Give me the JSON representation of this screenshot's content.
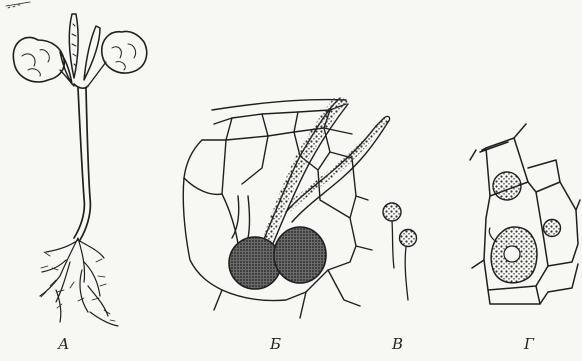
{
  "figure": {
    "panels": [
      {
        "id": "a",
        "label": "А"
      },
      {
        "id": "b",
        "label": "Б"
      },
      {
        "id": "v",
        "label": "В"
      },
      {
        "id": "g",
        "label": "Г"
      }
    ]
  },
  "colors": {
    "ink": "#1f1f1f",
    "background": "#f7f7f4",
    "dark_fill": "#555555"
  }
}
